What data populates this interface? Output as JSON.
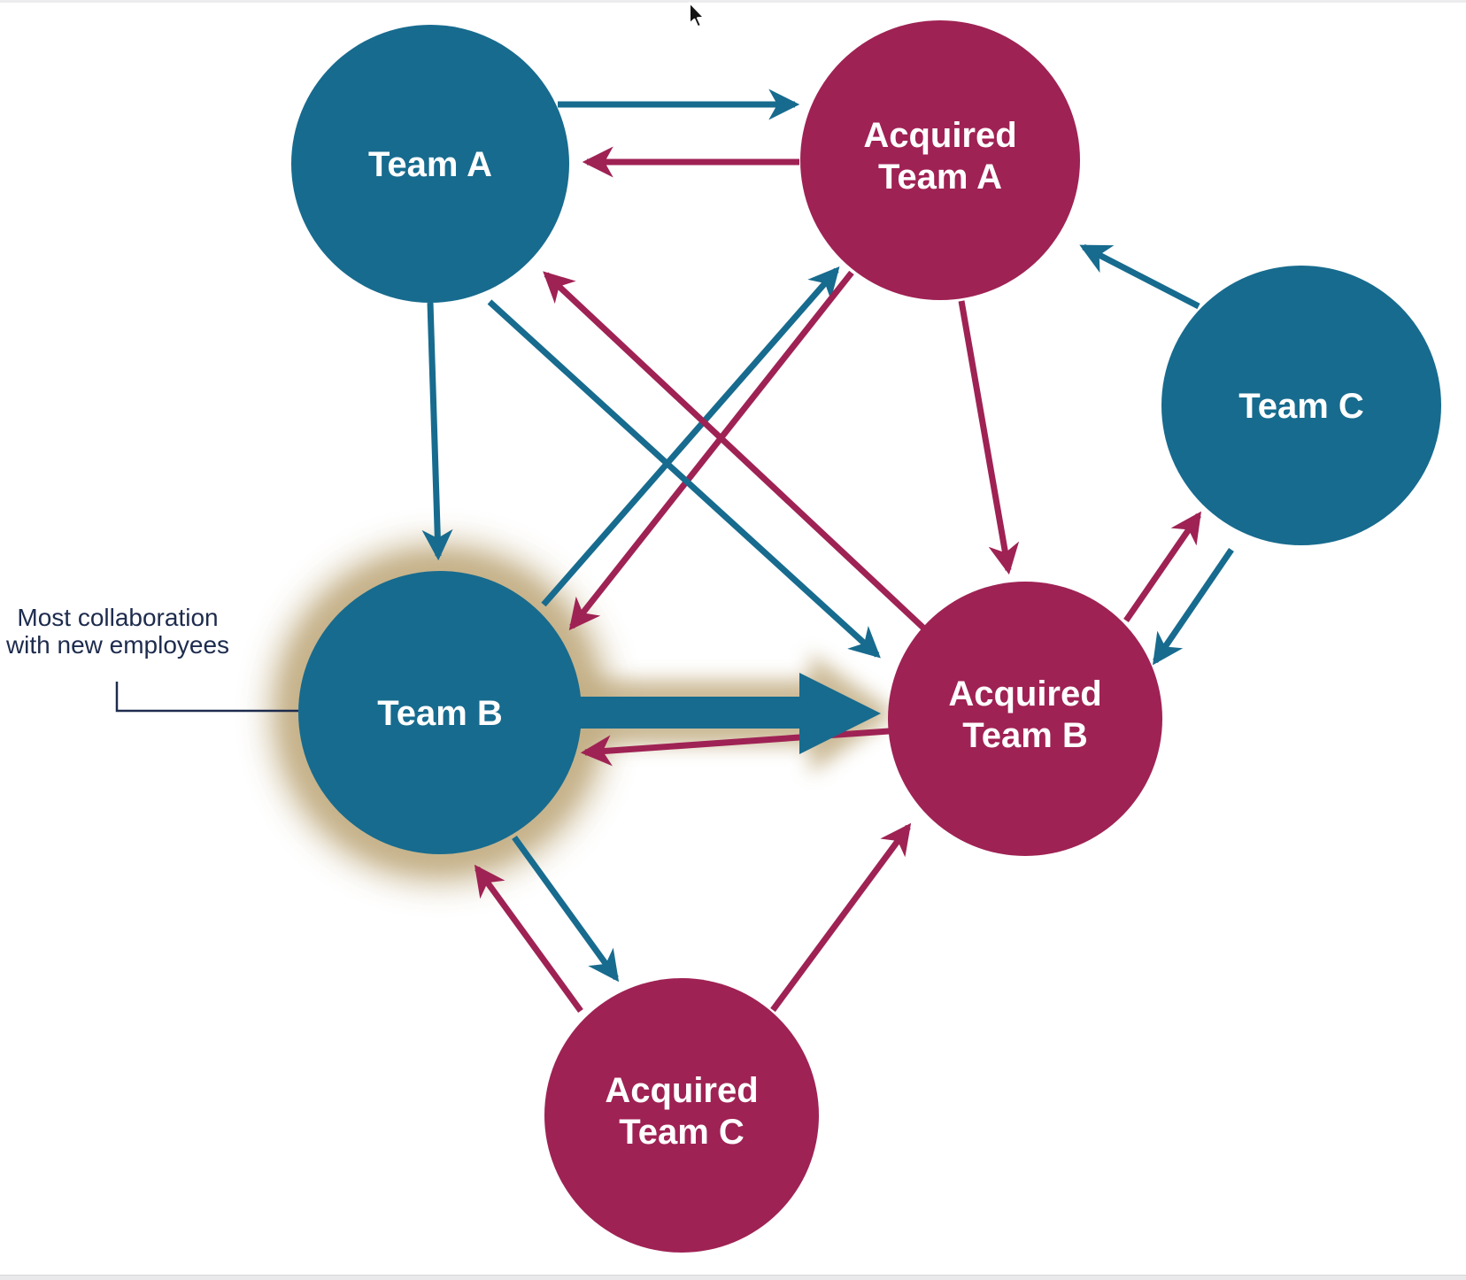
{
  "colors": {
    "teal": "#176b8e",
    "magenta": "#9f2254",
    "highlight_glow": "#c2ae84",
    "annotation_text": "#1d2b4d",
    "background": "#ffffff",
    "bottom_bar": "#e9e9ec"
  },
  "annotation": {
    "line1": "Most collaboration",
    "line2": "with new employees",
    "points_to": "Team B"
  },
  "graph": {
    "nodes": {
      "team_a": {
        "label": "Team A",
        "color": "#176b8e"
      },
      "acquired_team_a": {
        "line1": "Acquired",
        "line2": "Team A",
        "color": "#9f2254"
      },
      "team_c": {
        "label": "Team C",
        "color": "#176b8e"
      },
      "team_b": {
        "label": "Team B",
        "color": "#176b8e",
        "highlighted": true
      },
      "acquired_team_b": {
        "line1": "Acquired",
        "line2": "Team B",
        "color": "#9f2254"
      },
      "acquired_team_c": {
        "line1": "Acquired",
        "line2": "Team C",
        "color": "#9f2254"
      }
    },
    "edges": [
      {
        "from": "Team A",
        "to": "Acquired Team A",
        "color": "teal"
      },
      {
        "from": "Acquired Team A",
        "to": "Team A",
        "color": "magenta"
      },
      {
        "from": "Team A",
        "to": "Team B",
        "color": "teal"
      },
      {
        "from": "Team B",
        "to": "Acquired Team A",
        "color": "teal"
      },
      {
        "from": "Acquired Team A",
        "to": "Team B",
        "color": "magenta"
      },
      {
        "from": "Team A",
        "to": "Acquired Team B",
        "color": "teal"
      },
      {
        "from": "Acquired Team B",
        "to": "Team A",
        "color": "magenta"
      },
      {
        "from": "Acquired Team A",
        "to": "Acquired Team B",
        "color": "magenta"
      },
      {
        "from": "Team C",
        "to": "Acquired Team A",
        "color": "teal"
      },
      {
        "from": "Acquired Team B",
        "to": "Team C",
        "color": "magenta"
      },
      {
        "from": "Team C",
        "to": "Acquired Team B",
        "color": "teal"
      },
      {
        "from": "Team B",
        "to": "Acquired Team B",
        "color": "teal",
        "thick": true,
        "highlighted": true
      },
      {
        "from": "Acquired Team B",
        "to": "Team B",
        "color": "magenta"
      },
      {
        "from": "Team B",
        "to": "Acquired Team C",
        "color": "teal"
      },
      {
        "from": "Acquired Team C",
        "to": "Team B",
        "color": "magenta"
      },
      {
        "from": "Acquired Team C",
        "to": "Acquired Team B",
        "color": "magenta"
      }
    ]
  }
}
